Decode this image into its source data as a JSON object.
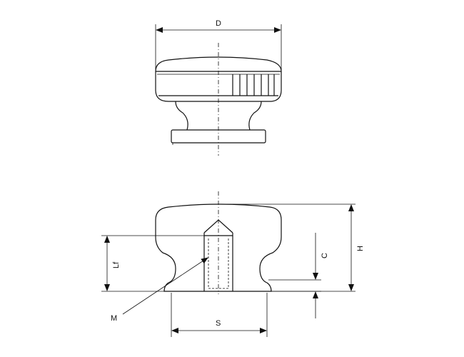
{
  "labels": {
    "D": "D",
    "Lf": "Lf",
    "C": "C",
    "H": "H",
    "M": "M",
    "S": "S"
  }
}
